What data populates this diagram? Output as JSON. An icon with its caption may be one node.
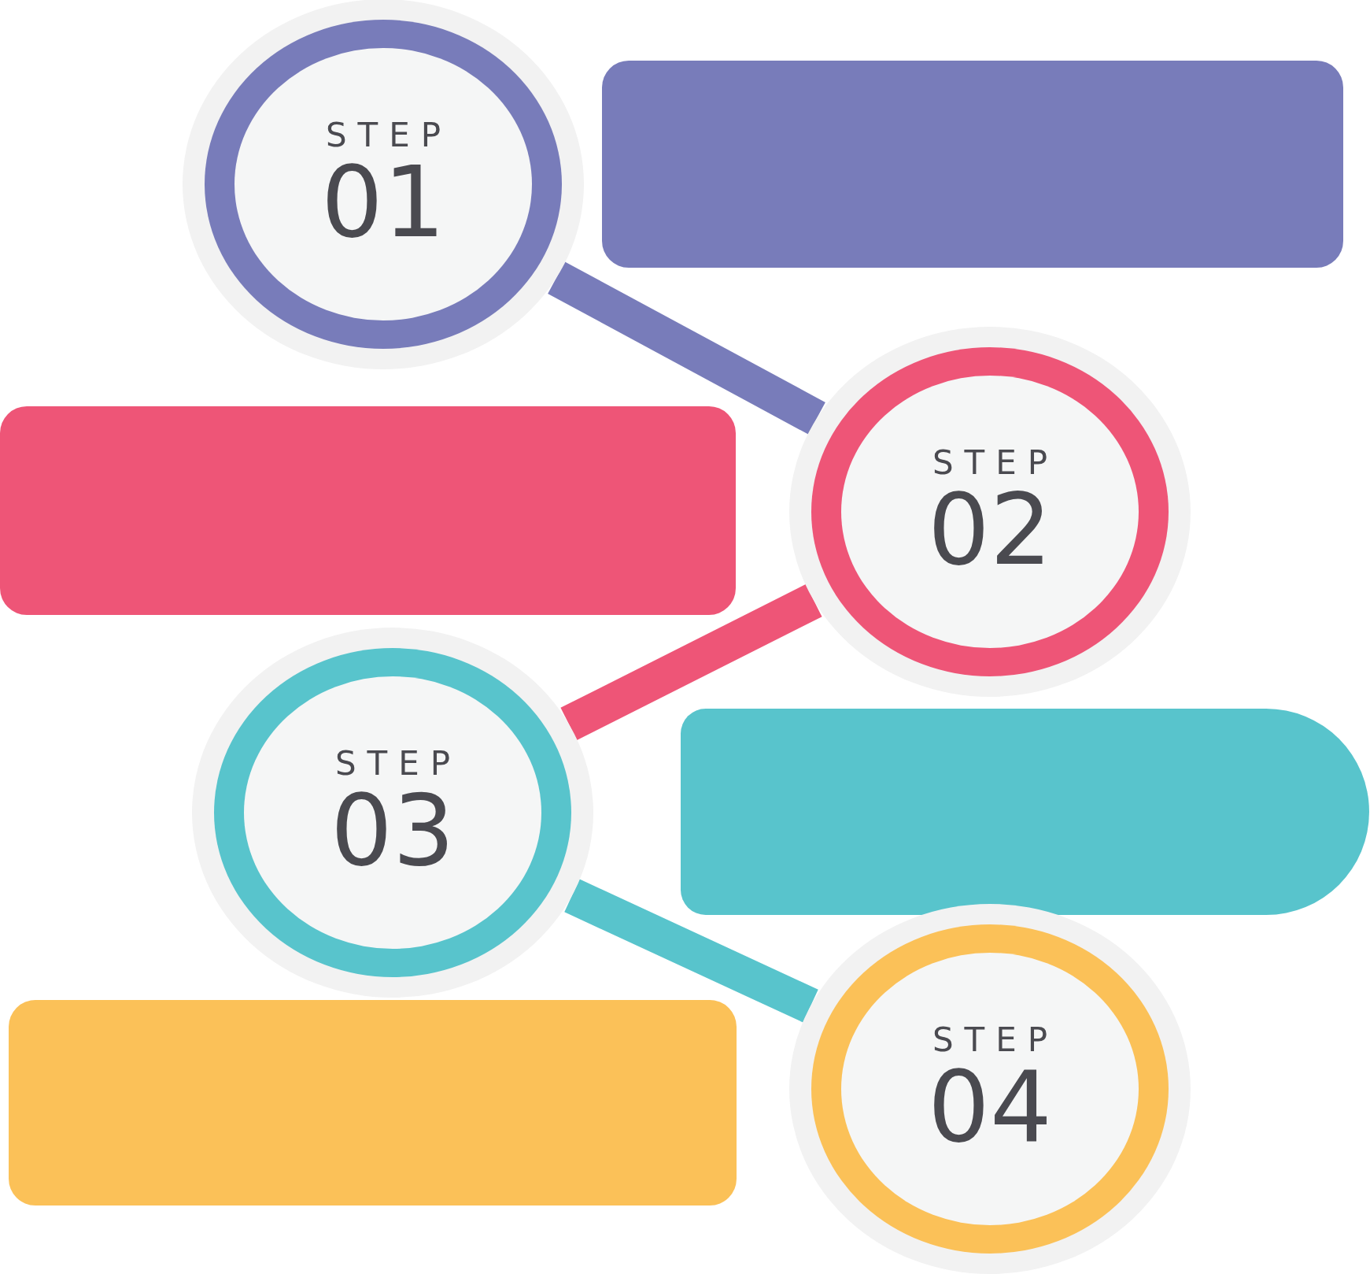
{
  "diagram": {
    "nodes": [
      {
        "text": [
          "STEP",
          "01"
        ]
      },
      {
        "text": [],
        "shape": "bar"
      },
      {
        "text": [
          "STEP",
          "02"
        ]
      },
      {
        "text": [],
        "shape": "bar"
      },
      {
        "text": [
          "STEP",
          "03"
        ]
      },
      {
        "text": [],
        "shape": "bar"
      },
      {
        "text": [
          "STEP",
          "04"
        ]
      },
      {
        "text": [],
        "shape": "bar"
      }
    ],
    "edges": [
      {
        "from": 0,
        "to": 2,
        "arrow": "none",
        "color": "#787cba"
      },
      {
        "from": 2,
        "to": 4,
        "arrow": "none",
        "color": "#ee5577"
      },
      {
        "from": 4,
        "to": 6,
        "arrow": "none",
        "color": "#58c4cc"
      }
    ]
  }
}
